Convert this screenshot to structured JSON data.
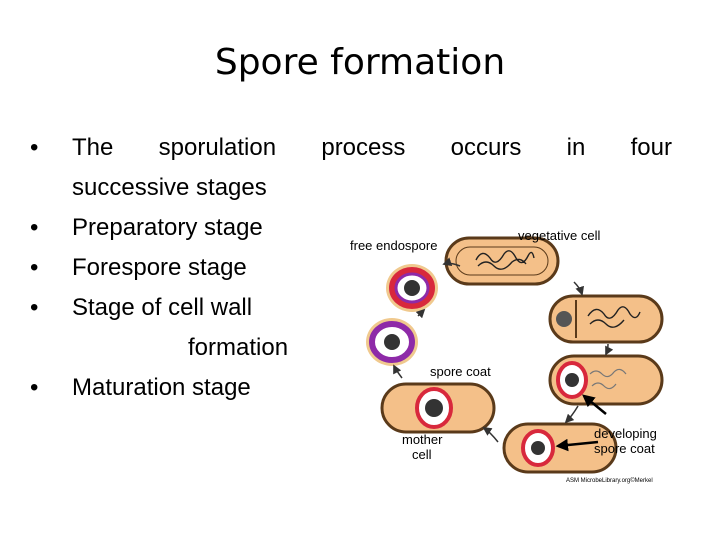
{
  "slide": {
    "title": "Spore formation",
    "bullets": [
      {
        "words": [
          "The",
          "sporulation",
          "process",
          "occurs",
          "in",
          "four"
        ],
        "cont": "successive stages"
      },
      {
        "text": "Preparatory stage"
      },
      {
        "text": "Forespore stage"
      },
      {
        "text": "Stage of cell wall",
        "cont": "formation"
      },
      {
        "text": "Maturation stage"
      }
    ]
  },
  "figure": {
    "labels": {
      "free_endospore": "free endospore",
      "vegetative_cell": "vegetative cell",
      "spore_coat": "spore coat",
      "mother_cell_1": "mother",
      "mother_cell_2": "cell",
      "developing_1": "developing",
      "developing_2": "spore coat",
      "credit": "ASM MicrobeLibrary.org©Merkel"
    }
  },
  "colors": {
    "cell_fill": "#f4c089",
    "cell_stroke": "#5a3a1a",
    "spore_coat_red": "#d8283c",
    "free_spore_purple": "#8e2aa8"
  }
}
